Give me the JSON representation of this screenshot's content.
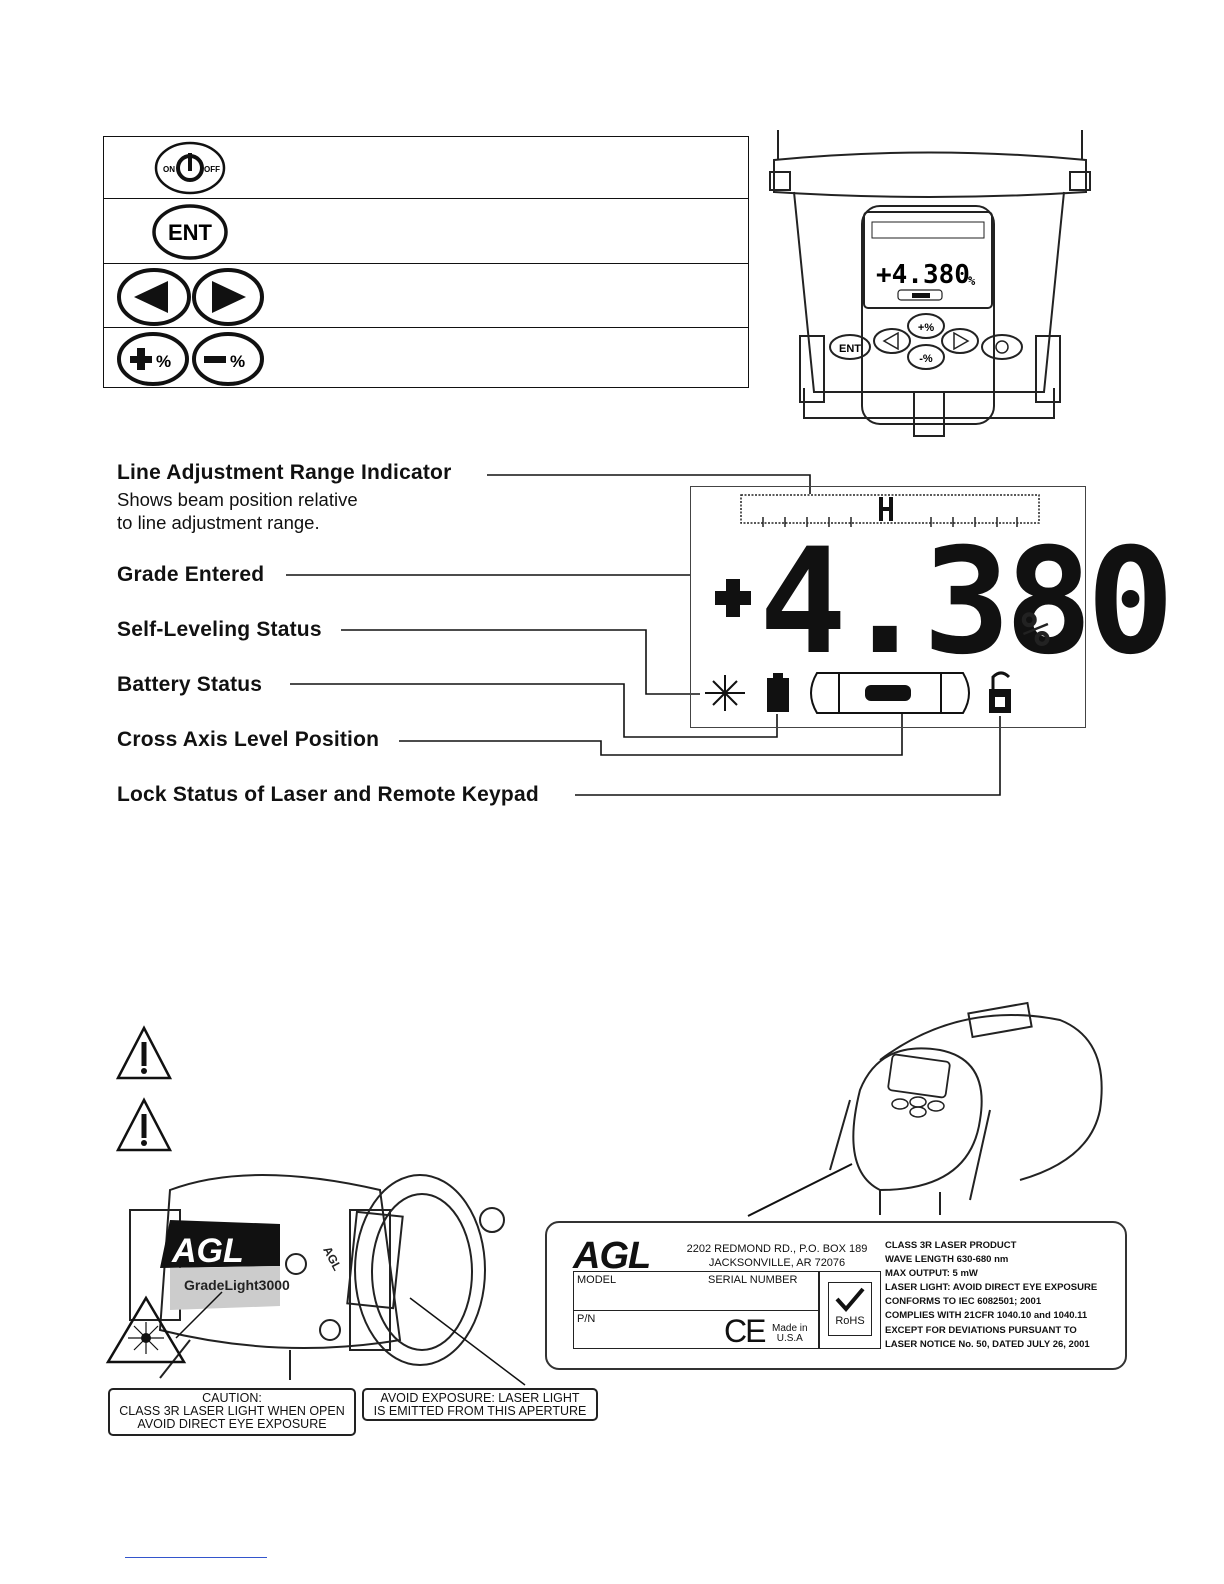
{
  "keypad": {
    "power_key": {
      "on": "ON",
      "off": "OFF"
    },
    "enter_key": "ENT",
    "grade_plus_key": "%",
    "grade_minus_key": "%"
  },
  "display_callouts": {
    "line_adjustment": {
      "title": "Line Adjustment Range Indicator",
      "desc_line1": "Shows beam position relative",
      "desc_line2": "to line adjustment range."
    },
    "grade_entered": "Grade Entered",
    "self_leveling": "Self-Leveling Status",
    "battery": "Battery Status",
    "cross_axis": "Cross Axis Level Position",
    "lock_status": "Lock Status of Laser and Remote Keypad"
  },
  "lcd": {
    "sign": "+",
    "grade_value": "4.380",
    "unit": "%",
    "small_grade_value": "+4.380",
    "small_unit": "%"
  },
  "device_front": {
    "enter_key": "ENT",
    "plus_key": "+%",
    "minus_key": "-%"
  },
  "side_illustration": {
    "brand": "AGL",
    "model": "GradeLight3000",
    "dial_text": "AGL"
  },
  "caution_label": {
    "line1": "CAUTION:",
    "line2": "CLASS 3R LASER LIGHT WHEN OPEN",
    "line3": "AVOID DIRECT EYE EXPOSURE"
  },
  "aperture_label": {
    "line1": "AVOID EXPOSURE: LASER LIGHT",
    "line2": "IS EMITTED FROM THIS APERTURE"
  },
  "product_label": {
    "brand": "AGL",
    "address_line1": "2202 REDMOND RD., P.O. BOX 189",
    "address_line2": "JACKSONVILLE, AR  72076",
    "model_label": "MODEL",
    "serial_label": "SERIAL NUMBER",
    "pn_label": "P/N",
    "ce_mark": "CE",
    "made_in_line1": "Made in",
    "made_in_line2": "U.S.A",
    "rohs": "RoHS",
    "spec_lines": [
      "CLASS 3R LASER PRODUCT",
      "WAVE LENGTH 630-680 nm",
      "MAX OUTPUT: 5 mW",
      "LASER LIGHT: AVOID DIRECT EYE EXPOSURE",
      "CONFORMS TO IEC 6082501; 2001",
      "COMPLIES WITH 21CFR 1040.10 and 1040.11",
      "EXCEPT FOR DEVIATIONS PURSUANT TO",
      "LASER NOTICE No. 50, DATED JULY 26, 2001"
    ]
  },
  "colors": {
    "ink": "#111111",
    "link_underline": "#3355cc"
  }
}
